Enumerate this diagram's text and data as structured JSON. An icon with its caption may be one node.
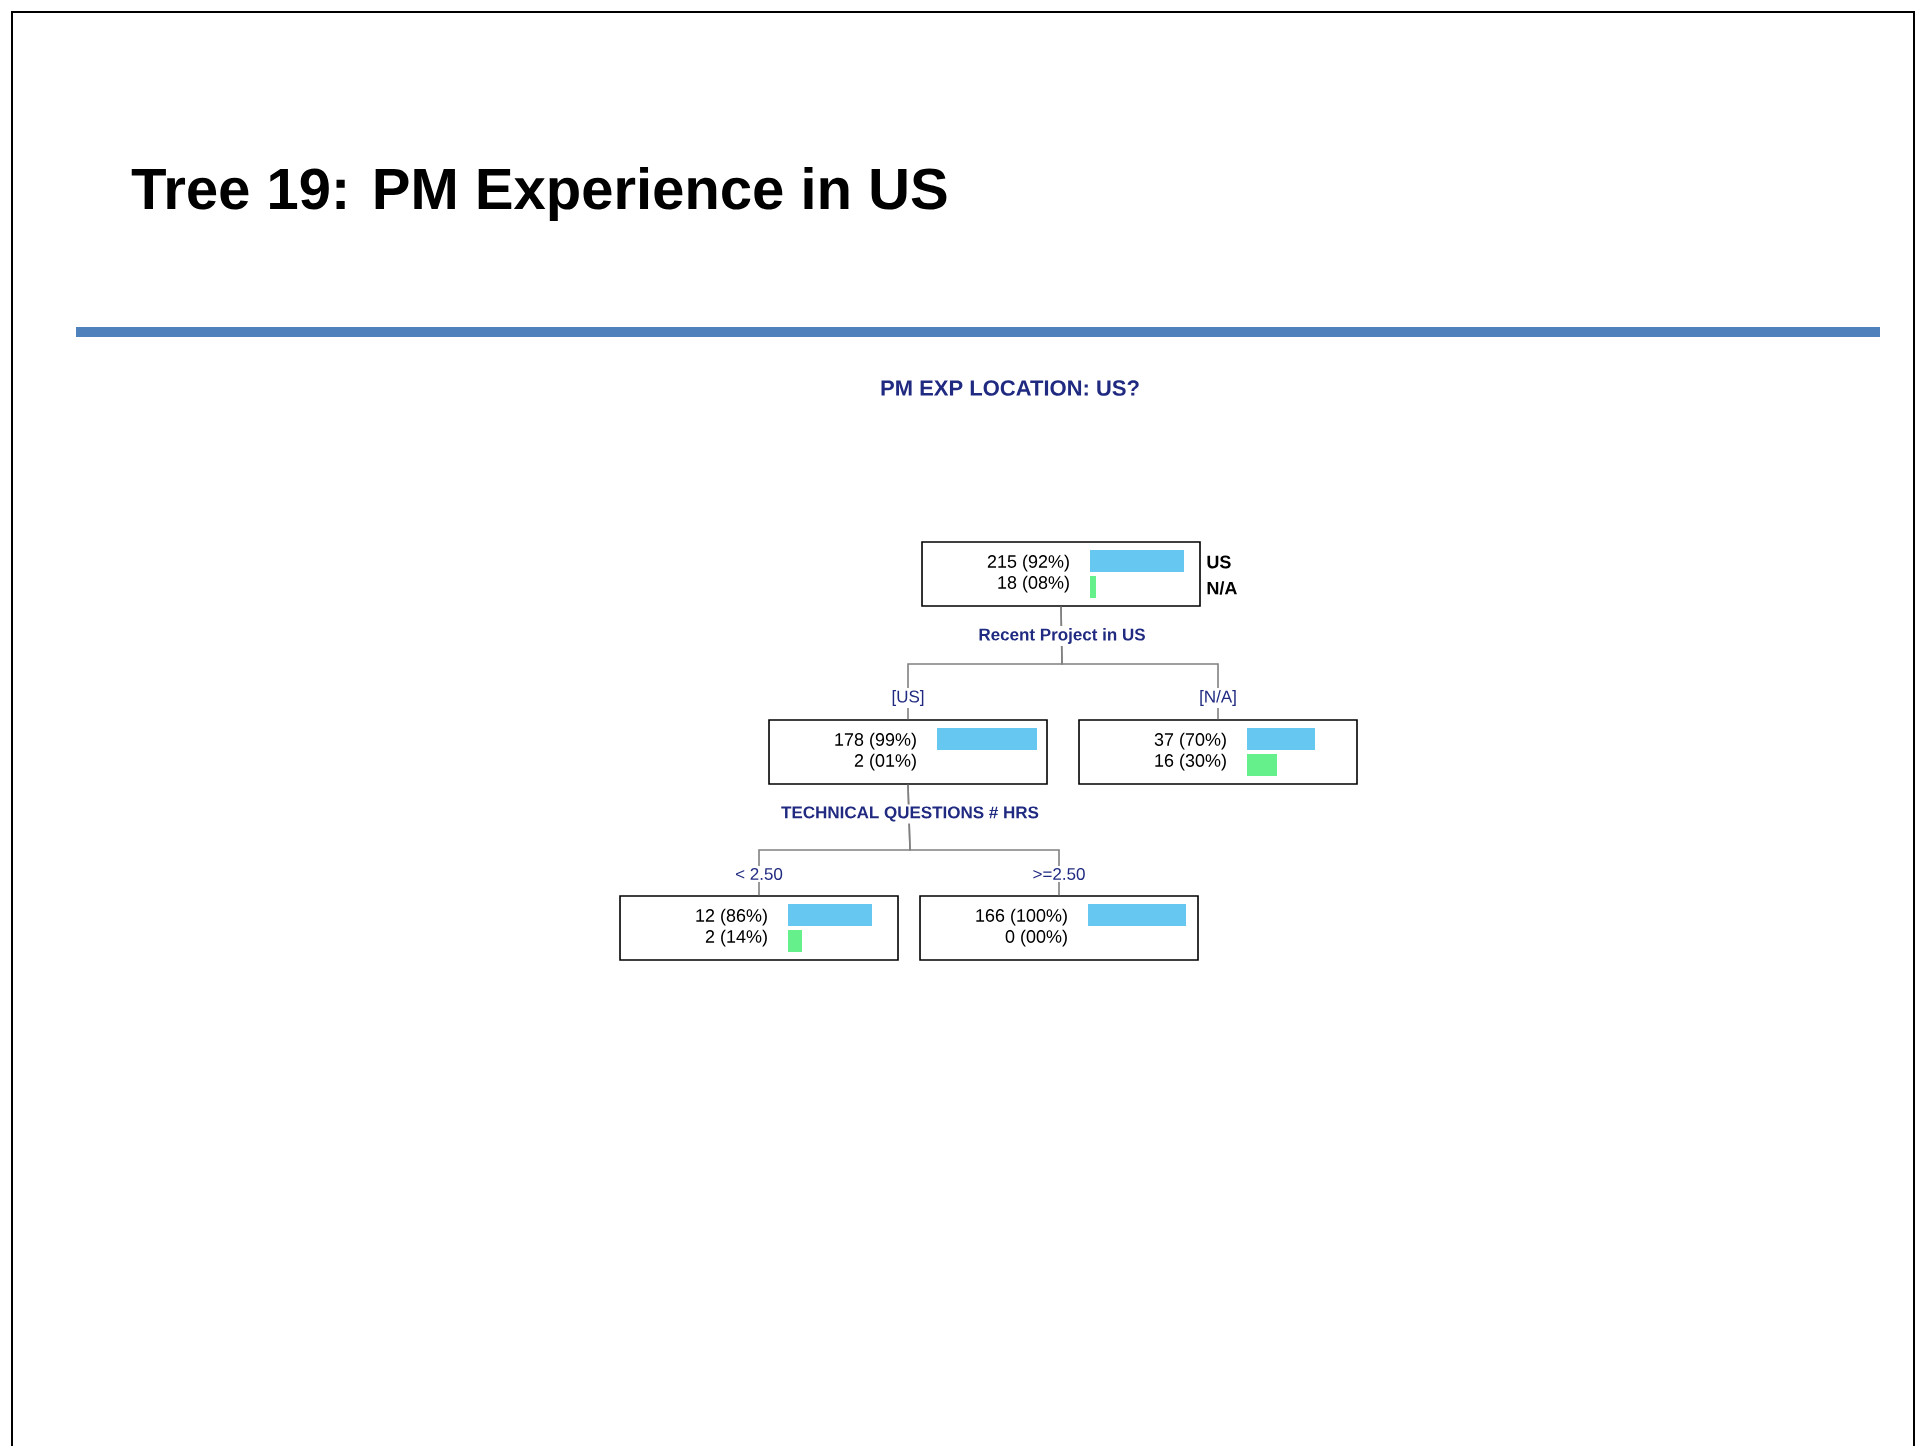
{
  "diagram": {
    "title": "Tree 19: PM Experience in US",
    "nodes": [
      {
        "text": [
          "215 (92%)",
          "18 (08%)"
        ]
      },
      {
        "text": [
          "178 (99%)",
          "2 (01%)"
        ]
      },
      {
        "text": [
          "37 (70%)",
          "16 (30%)"
        ]
      },
      {
        "text": [
          "12 (86%)",
          "2 (14%)"
        ]
      },
      {
        "text": [
          "166 (100%)",
          "0 (00%)"
        ]
      }
    ],
    "edges": [
      {
        "from": 0,
        "to": 1,
        "arrow": "none",
        "label": "[US]"
      },
      {
        "from": 0,
        "to": 2,
        "arrow": "none",
        "label": "[N/A]"
      },
      {
        "from": 1,
        "to": 3,
        "arrow": "none",
        "label": "< 2.50"
      },
      {
        "from": 1,
        "to": 4,
        "arrow": "none",
        "label": ">=2.50"
      }
    ],
    "labels": [
      "PM EXP LOCATION: US?",
      "Recent Project in US",
      "TECHNICAL QUESTIONS # HRS"
    ],
    "legend": [
      {
        "text": "US",
        "color": "#66c8f0"
      },
      {
        "text": "N/A",
        "color": "#66f08c"
      }
    ]
  }
}
